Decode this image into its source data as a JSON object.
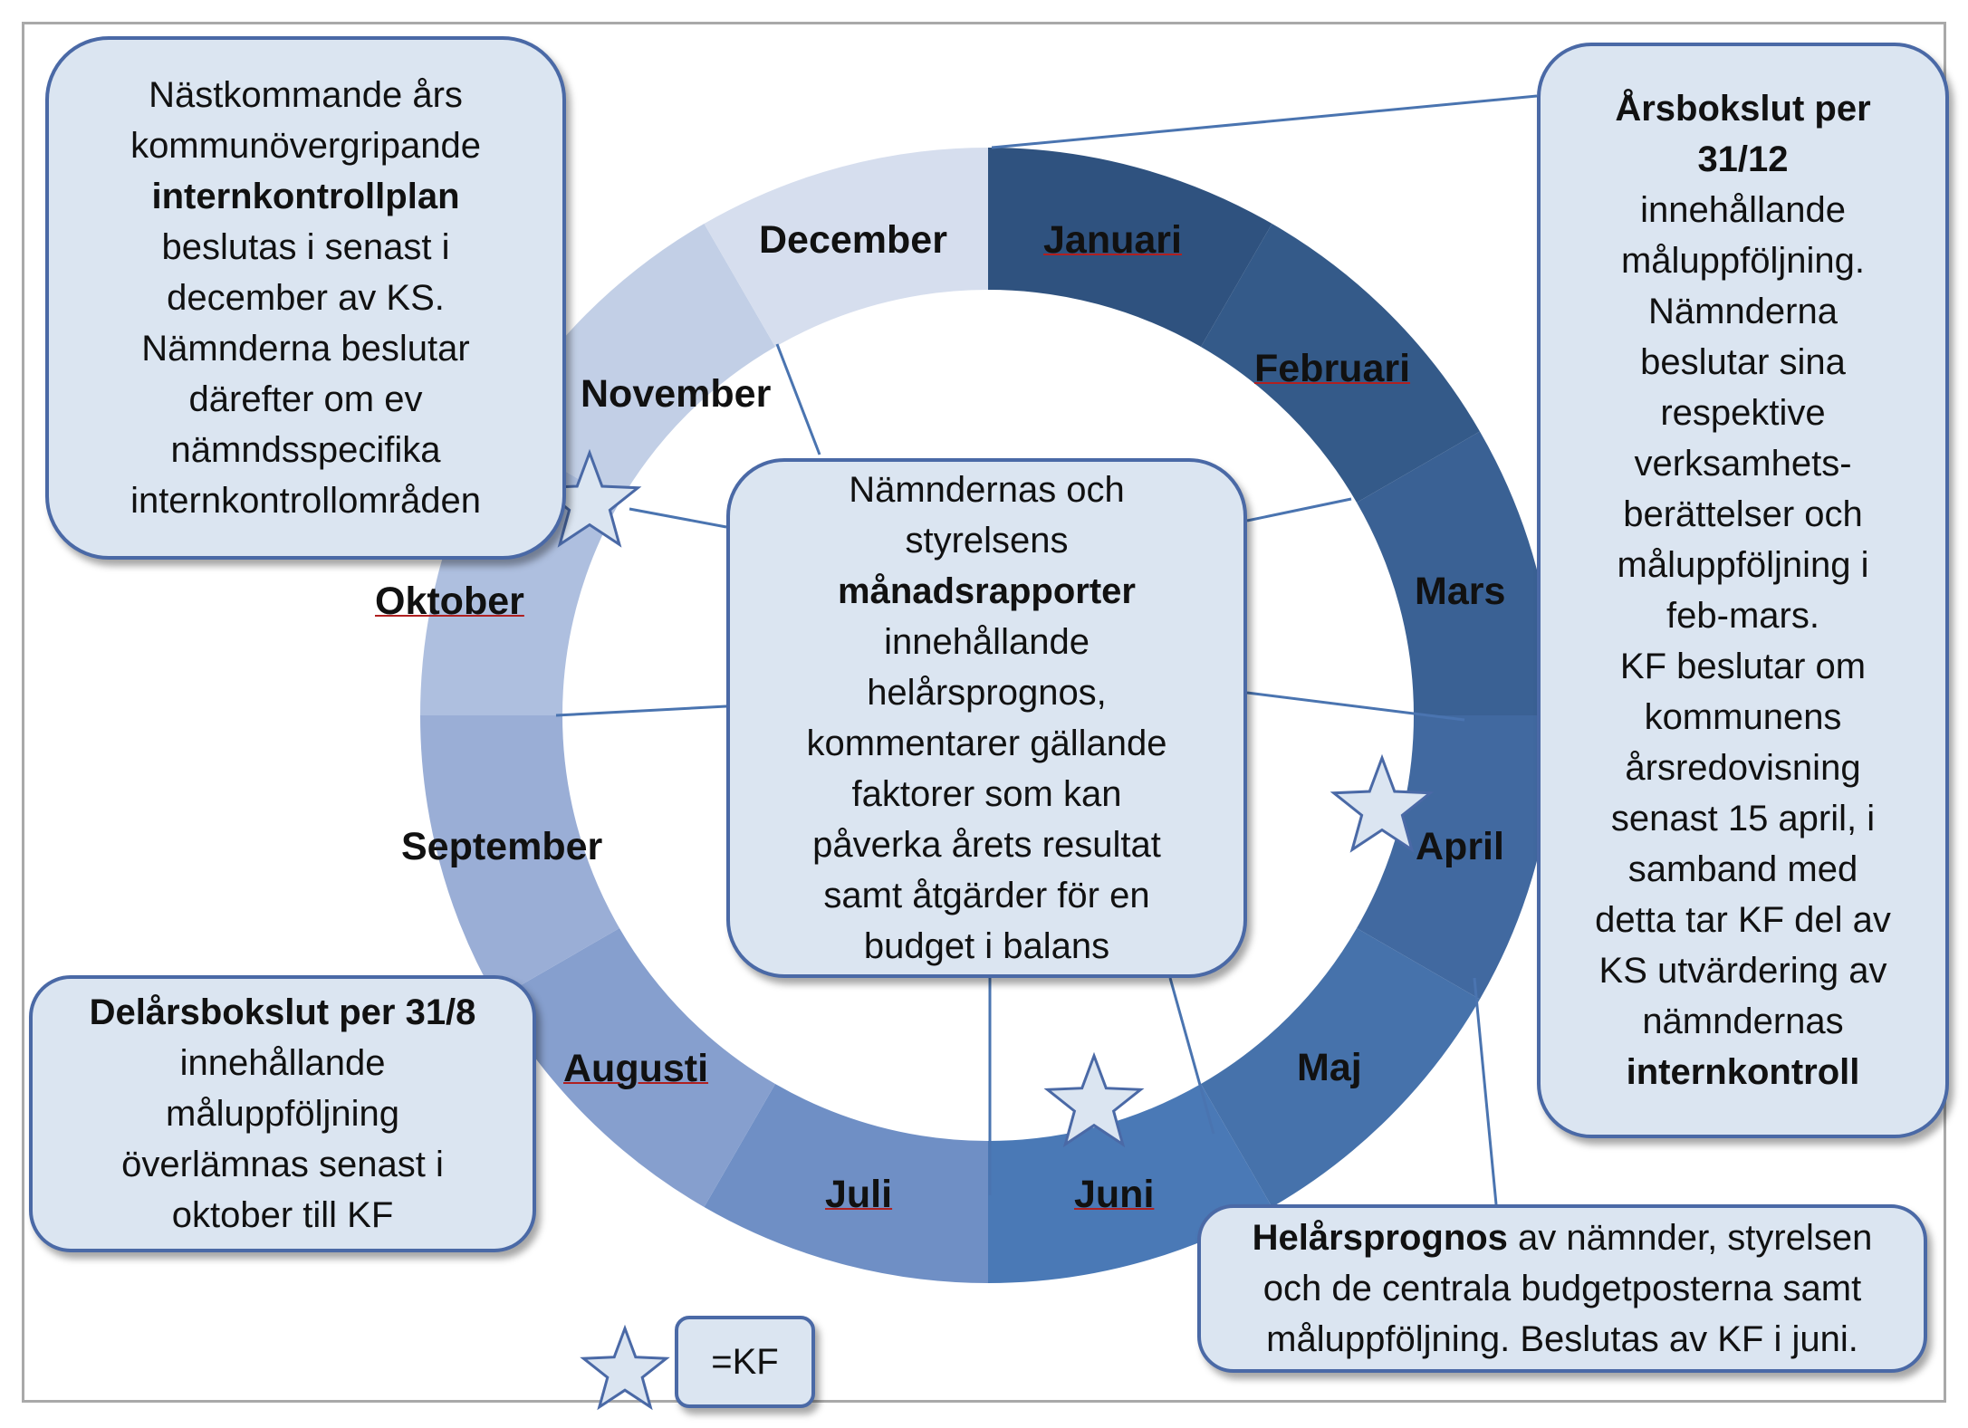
{
  "months": {
    "januari": "Januari",
    "februari": "Februari",
    "mars": "Mars",
    "april": "April",
    "maj": "Maj",
    "juni": "Juni",
    "juli": "Juli",
    "augusti": "Augusti",
    "september": "September",
    "oktober": "Oktober",
    "november": "November",
    "december": "December"
  },
  "month_colors": {
    "januari": "#2f527f",
    "februari": "#345a89",
    "mars": "#3a6194",
    "april": "#4169a0",
    "maj": "#4672ab",
    "juni": "#4a79b6",
    "juli": "#6f8fc5",
    "augusti": "#869fce",
    "september": "#9aaed6",
    "oktober": "#aebfdf",
    "november": "#c2cfe6",
    "december": "#d6deee"
  },
  "internal_control_box": {
    "l1": "Nästkommande års",
    "l2": "kommunövergripande",
    "l3_bold": "internkontrollplan",
    "l4": "beslutas i senast i",
    "l5": "december av KS.",
    "l6": "Nämnderna beslutar",
    "l7": "därefter om ev",
    "l8": "nämndsspecifika",
    "l9": "internkontrollområden"
  },
  "monthly_reports_box": {
    "l1": "Nämndernas och",
    "l2": "styrelsens",
    "l3_bold": "månadsrapporter",
    "l4": "innehållande",
    "l5": "helårsprognos,",
    "l6": "kommentarer gällande",
    "l7": "faktorer som kan",
    "l8": "påverka årets resultat",
    "l9": "samt åtgärder för en",
    "l10": "budget i balans"
  },
  "annual_accounts_box": {
    "l1_bold": "Årsbokslut per",
    "l2_bold": "31/12",
    "l3": "innehållande",
    "l4": "måluppföljning.",
    "l5": "Nämnderna",
    "l6": "beslutar sina",
    "l7": "respektive",
    "l8": "verksamhets-",
    "l9": "berättelser och",
    "l10": "måluppföljning i",
    "l11": "feb-mars.",
    "l12": "KF beslutar om",
    "l13": "kommunens",
    "l14": "årsredovisning",
    "l15": "senast 15 april, i",
    "l16": "samband med",
    "l17": "detta tar KF del av",
    "l18": "KS utvärdering av",
    "l19": "nämndernas",
    "l20_bold": "internkontroll"
  },
  "interim_box": {
    "l1_bold": "Delårsbokslut per 31/8",
    "l2": "innehållande",
    "l3": "måluppföljning",
    "l4": "överlämnas senast i",
    "l5": "oktober till KF"
  },
  "full_year_forecast_box": {
    "l1_bold": "Helårsprognos",
    "l1_rest": " av nämnder, styrelsen",
    "l2": "och de centrala budgetposterna samt",
    "l3": "måluppföljning. Beslutas av KF i juni."
  },
  "legend": {
    "label": "=KF",
    "icon": "star-icon"
  }
}
